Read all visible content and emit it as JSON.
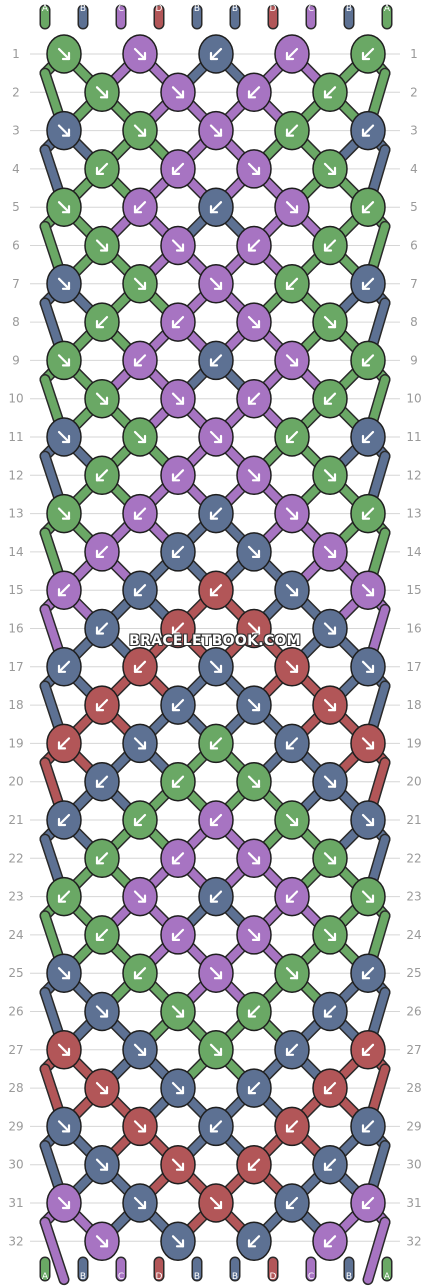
{
  "colors": {
    "A": "#6aa865",
    "B": "#5d7193",
    "C": "#a774c2",
    "D": "#b25658"
  },
  "strands_top": [
    "A",
    "B",
    "C",
    "D",
    "B",
    "B",
    "D",
    "C",
    "B",
    "A"
  ],
  "strands_bottom": [
    "A",
    "B",
    "C",
    "D",
    "B",
    "B",
    "D",
    "C",
    "B",
    "A"
  ],
  "row_numbers": [
    "1",
    "2",
    "3",
    "4",
    "5",
    "6",
    "7",
    "8",
    "9",
    "10",
    "11",
    "12",
    "13",
    "14",
    "15",
    "16",
    "17",
    "18",
    "19",
    "20",
    "21",
    "22",
    "23",
    "24",
    "25",
    "26",
    "27",
    "28",
    "29",
    "30",
    "31",
    "32"
  ],
  "knots": [
    [
      [
        "A",
        "R"
      ],
      [
        "C",
        "R"
      ],
      [
        "B",
        "L"
      ],
      [
        "C",
        "L"
      ],
      [
        "A",
        "L"
      ]
    ],
    [
      [
        "A",
        "R"
      ],
      [
        "C",
        "R"
      ],
      [
        "C",
        "L"
      ],
      [
        "A",
        "L"
      ]
    ],
    [
      [
        "B",
        "R"
      ],
      [
        "A",
        "R"
      ],
      [
        "C",
        "R"
      ],
      [
        "A",
        "L"
      ],
      [
        "B",
        "L"
      ]
    ],
    [
      [
        "A",
        "L"
      ],
      [
        "C",
        "L"
      ],
      [
        "C",
        "R"
      ],
      [
        "A",
        "R"
      ]
    ],
    [
      [
        "A",
        "R"
      ],
      [
        "C",
        "L"
      ],
      [
        "B",
        "L"
      ],
      [
        "C",
        "R"
      ],
      [
        "A",
        "L"
      ]
    ],
    [
      [
        "A",
        "R"
      ],
      [
        "C",
        "R"
      ],
      [
        "C",
        "L"
      ],
      [
        "A",
        "L"
      ]
    ],
    [
      [
        "B",
        "R"
      ],
      [
        "A",
        "R"
      ],
      [
        "C",
        "R"
      ],
      [
        "A",
        "L"
      ],
      [
        "B",
        "L"
      ]
    ],
    [
      [
        "A",
        "L"
      ],
      [
        "C",
        "L"
      ],
      [
        "C",
        "R"
      ],
      [
        "A",
        "R"
      ]
    ],
    [
      [
        "A",
        "R"
      ],
      [
        "C",
        "L"
      ],
      [
        "B",
        "L"
      ],
      [
        "C",
        "R"
      ],
      [
        "A",
        "L"
      ]
    ],
    [
      [
        "A",
        "R"
      ],
      [
        "C",
        "R"
      ],
      [
        "C",
        "L"
      ],
      [
        "A",
        "L"
      ]
    ],
    [
      [
        "B",
        "R"
      ],
      [
        "A",
        "R"
      ],
      [
        "C",
        "R"
      ],
      [
        "A",
        "L"
      ],
      [
        "B",
        "L"
      ]
    ],
    [
      [
        "A",
        "L"
      ],
      [
        "C",
        "L"
      ],
      [
        "C",
        "R"
      ],
      [
        "A",
        "R"
      ]
    ],
    [
      [
        "A",
        "R"
      ],
      [
        "C",
        "L"
      ],
      [
        "B",
        "L"
      ],
      [
        "C",
        "R"
      ],
      [
        "A",
        "L"
      ]
    ],
    [
      [
        "C",
        "L"
      ],
      [
        "B",
        "L"
      ],
      [
        "B",
        "R"
      ],
      [
        "C",
        "R"
      ]
    ],
    [
      [
        "C",
        "L"
      ],
      [
        "B",
        "L"
      ],
      [
        "D",
        "L"
      ],
      [
        "B",
        "R"
      ],
      [
        "C",
        "R"
      ]
    ],
    [
      [
        "B",
        "L"
      ],
      [
        "D",
        "L"
      ],
      [
        "D",
        "R"
      ],
      [
        "B",
        "R"
      ]
    ],
    [
      [
        "B",
        "L"
      ],
      [
        "D",
        "L"
      ],
      [
        "B",
        "R"
      ],
      [
        "D",
        "R"
      ],
      [
        "B",
        "R"
      ]
    ],
    [
      [
        "D",
        "L"
      ],
      [
        "B",
        "L"
      ],
      [
        "B",
        "R"
      ],
      [
        "D",
        "R"
      ]
    ],
    [
      [
        "D",
        "L"
      ],
      [
        "B",
        "R"
      ],
      [
        "A",
        "L"
      ],
      [
        "B",
        "L"
      ],
      [
        "D",
        "R"
      ]
    ],
    [
      [
        "B",
        "L"
      ],
      [
        "A",
        "L"
      ],
      [
        "A",
        "R"
      ],
      [
        "B",
        "R"
      ]
    ],
    [
      [
        "B",
        "L"
      ],
      [
        "A",
        "L"
      ],
      [
        "C",
        "L"
      ],
      [
        "A",
        "R"
      ],
      [
        "B",
        "R"
      ]
    ],
    [
      [
        "A",
        "L"
      ],
      [
        "C",
        "L"
      ],
      [
        "C",
        "R"
      ],
      [
        "A",
        "R"
      ]
    ],
    [
      [
        "A",
        "L"
      ],
      [
        "C",
        "R"
      ],
      [
        "B",
        "L"
      ],
      [
        "C",
        "L"
      ],
      [
        "A",
        "R"
      ]
    ],
    [
      [
        "A",
        "L"
      ],
      [
        "C",
        "L"
      ],
      [
        "C",
        "R"
      ],
      [
        "A",
        "R"
      ]
    ],
    [
      [
        "B",
        "R"
      ],
      [
        "A",
        "L"
      ],
      [
        "C",
        "R"
      ],
      [
        "A",
        "R"
      ],
      [
        "B",
        "L"
      ]
    ],
    [
      [
        "B",
        "R"
      ],
      [
        "A",
        "R"
      ],
      [
        "A",
        "L"
      ],
      [
        "B",
        "L"
      ]
    ],
    [
      [
        "D",
        "R"
      ],
      [
        "B",
        "R"
      ],
      [
        "A",
        "R"
      ],
      [
        "B",
        "L"
      ],
      [
        "D",
        "L"
      ]
    ],
    [
      [
        "D",
        "R"
      ],
      [
        "B",
        "R"
      ],
      [
        "B",
        "L"
      ],
      [
        "D",
        "L"
      ]
    ],
    [
      [
        "B",
        "R"
      ],
      [
        "D",
        "R"
      ],
      [
        "B",
        "L"
      ],
      [
        "D",
        "L"
      ],
      [
        "B",
        "L"
      ]
    ],
    [
      [
        "B",
        "R"
      ],
      [
        "D",
        "R"
      ],
      [
        "D",
        "L"
      ],
      [
        "B",
        "L"
      ]
    ],
    [
      [
        "C",
        "R"
      ],
      [
        "B",
        "R"
      ],
      [
        "D",
        "R"
      ],
      [
        "B",
        "L"
      ],
      [
        "C",
        "L"
      ]
    ],
    [
      [
        "C",
        "R"
      ],
      [
        "B",
        "R"
      ],
      [
        "B",
        "L"
      ],
      [
        "C",
        "L"
      ]
    ]
  ],
  "watermark": "BRACELETBOOK.COM"
}
